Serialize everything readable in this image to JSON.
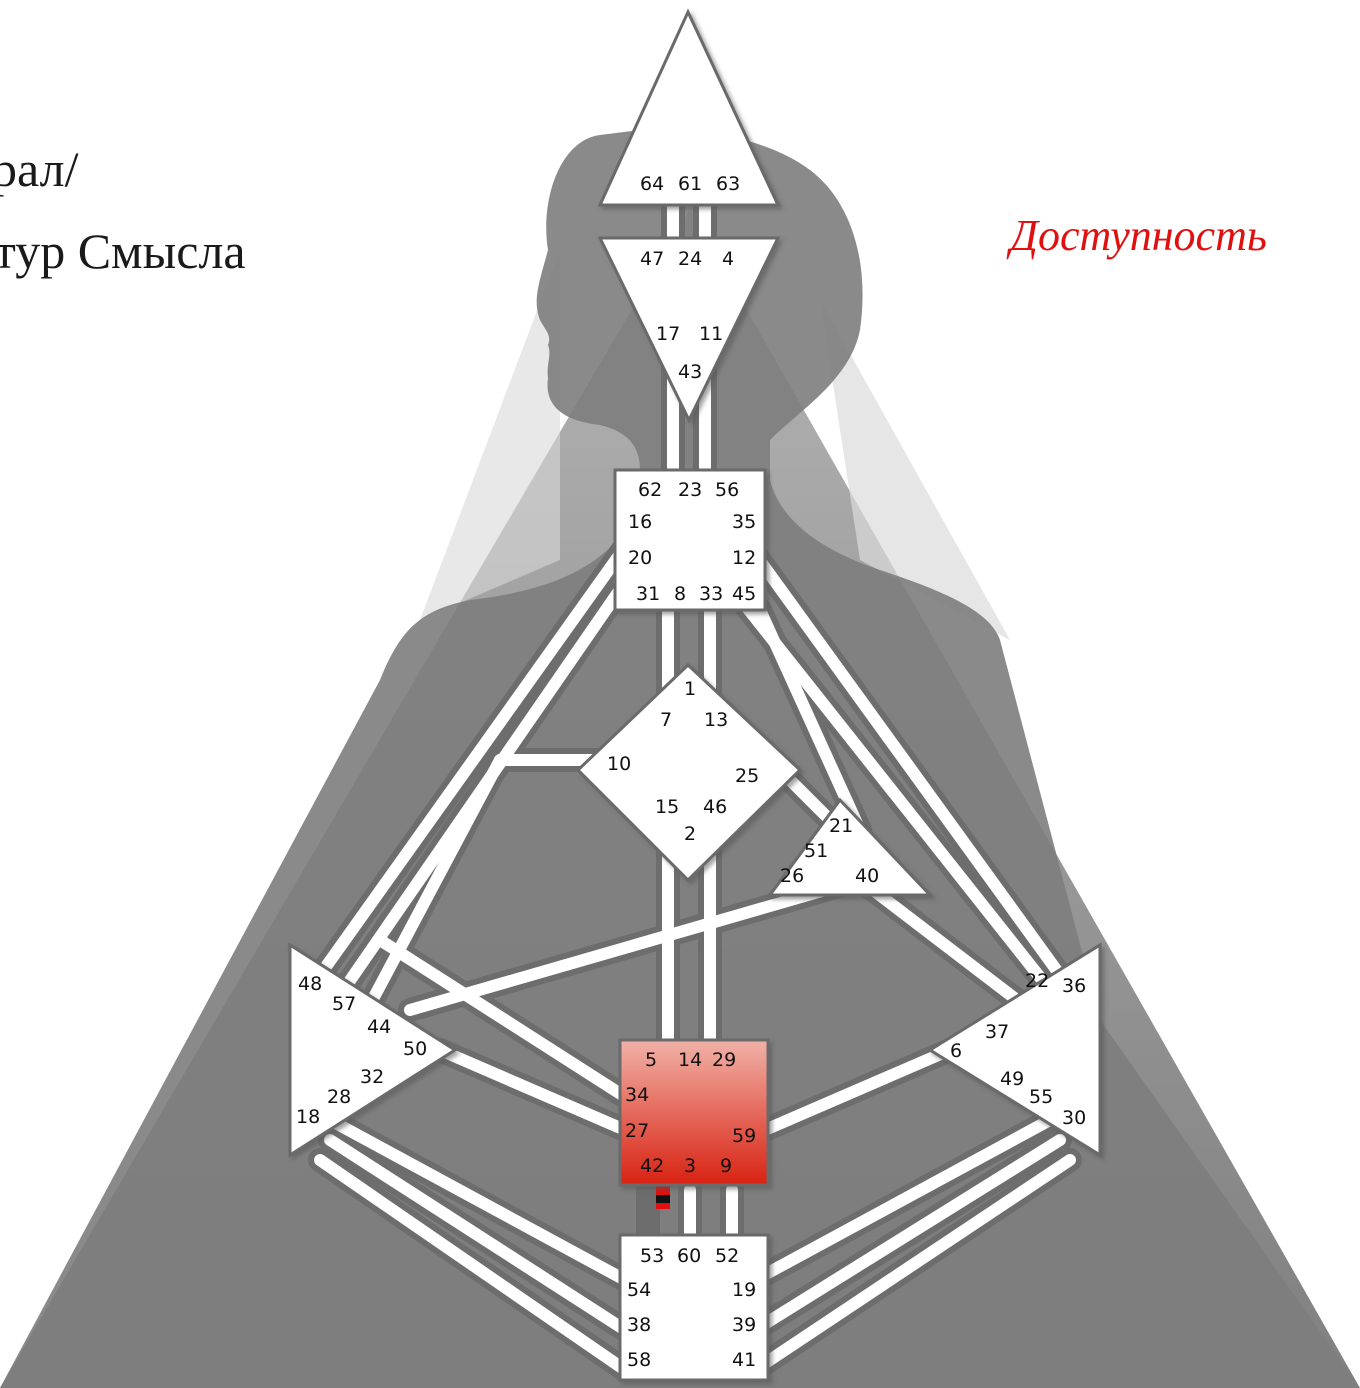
{
  "title": {
    "line1": "рал/",
    "line2": "тур Смысла"
  },
  "accent_label": "Доступность",
  "colors": {
    "accent": "#e01010",
    "sacral_top": "#f1b2a8",
    "sacral_bottom": "#d82212",
    "background_gray": "#9a9a9a"
  },
  "defined_centers": [
    "sacral"
  ],
  "centers": {
    "head": {
      "gates": [
        "64",
        "61",
        "63"
      ]
    },
    "ajna": {
      "gates": [
        "47",
        "24",
        "4",
        "17",
        "11",
        "43"
      ]
    },
    "throat": {
      "gates": [
        "62",
        "23",
        "56",
        "16",
        "35",
        "20",
        "12",
        "31",
        "8",
        "33",
        "45"
      ]
    },
    "g": {
      "gates": [
        "1",
        "7",
        "13",
        "10",
        "25",
        "15",
        "46",
        "2"
      ]
    },
    "heart": {
      "gates": [
        "21",
        "51",
        "26",
        "40"
      ]
    },
    "spleen": {
      "gates": [
        "48",
        "57",
        "44",
        "50",
        "32",
        "28",
        "18"
      ]
    },
    "solar_plexus": {
      "gates": [
        "36",
        "22",
        "37",
        "6",
        "49",
        "55",
        "30"
      ]
    },
    "sacral": {
      "gates": [
        "5",
        "14",
        "29",
        "34",
        "27",
        "59",
        "42",
        "3",
        "9"
      ]
    },
    "root": {
      "gates": [
        "53",
        "60",
        "52",
        "54",
        "19",
        "38",
        "39",
        "58",
        "41"
      ]
    }
  }
}
